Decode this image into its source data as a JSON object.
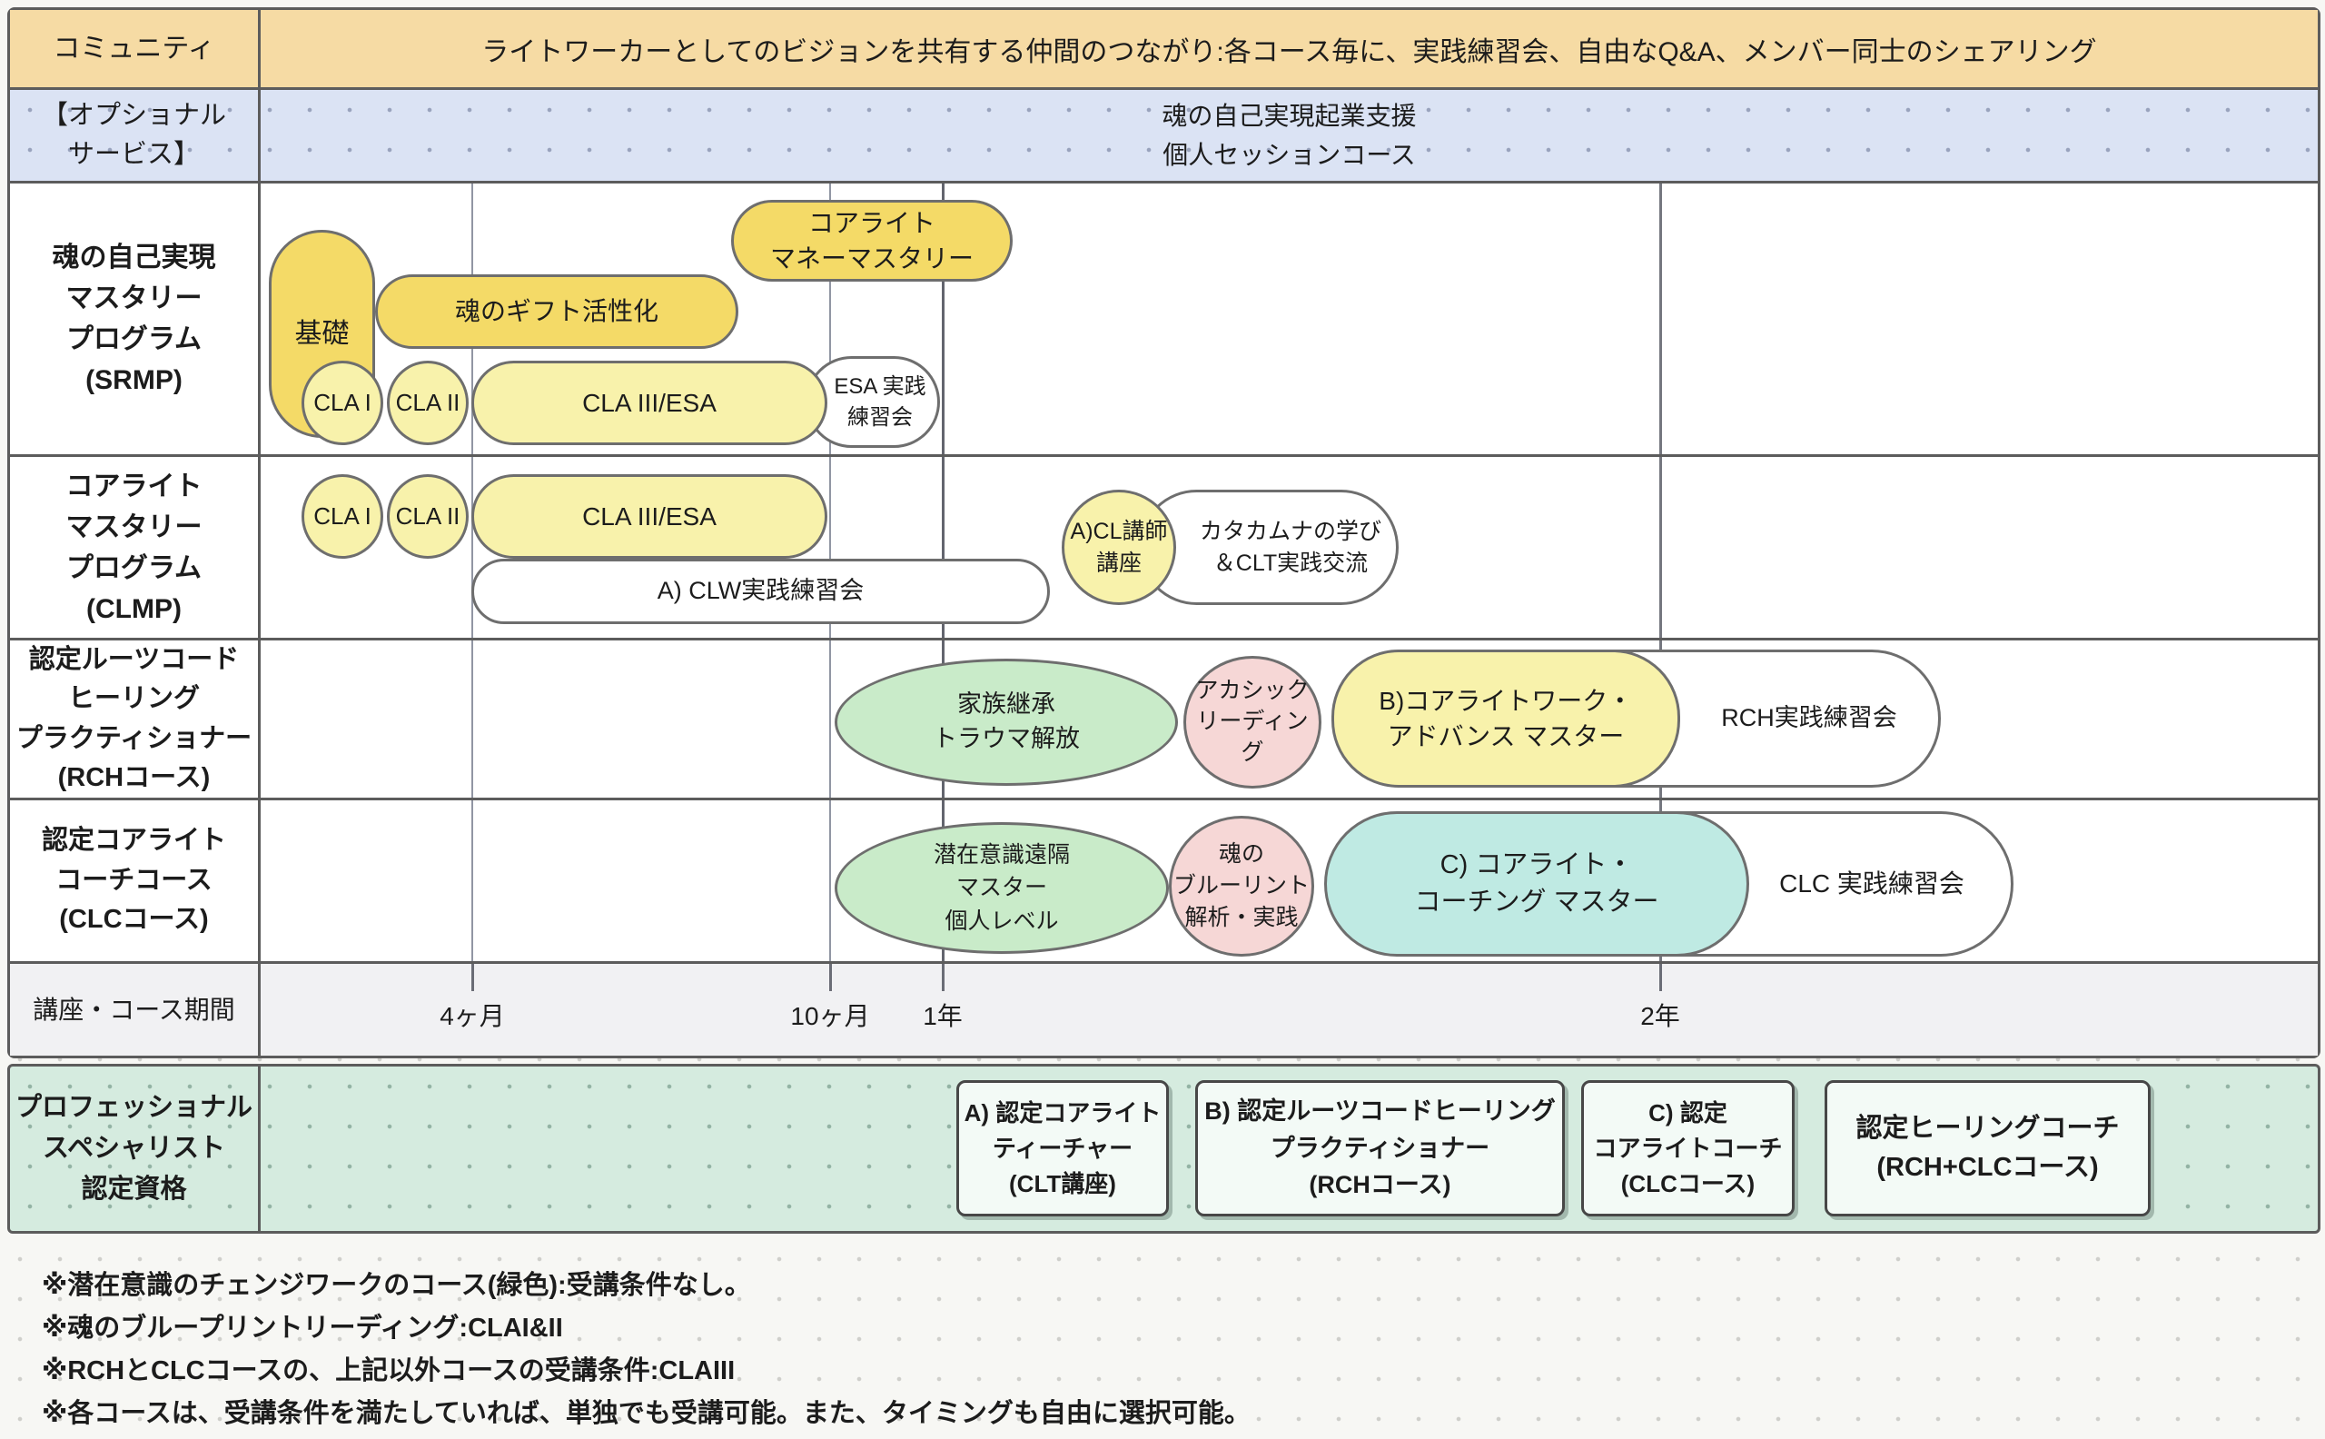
{
  "title_rows": {
    "community": {
      "label": "コミュニティ",
      "description": "ライトワーカーとしてのビジョンを共有する仲間のつながり:各コース毎に、実践練習会、自由なQ&A、メンバー同士のシェアリング"
    },
    "optional": {
      "label_lines": [
        "【オプショナル",
        "サービス】"
      ],
      "text_lines": [
        "魂の自己実現起業支援",
        "個人セッションコース"
      ]
    }
  },
  "programs": {
    "srmp": {
      "label_lines": [
        "魂の自己実現",
        "マスタリー",
        "プログラム",
        "(SRMP)"
      ]
    },
    "clmp": {
      "label_lines": [
        "コアライト",
        "マスタリー",
        "プログラム",
        "(CLMP)"
      ]
    },
    "rch": {
      "label_lines": [
        "認定ルーツコード",
        "ヒーリング",
        "プラクティショナー",
        "(RCHコース)"
      ]
    },
    "clc": {
      "label_lines": [
        "認定コアライト",
        "コーチコース",
        "(CLCコース)"
      ]
    }
  },
  "shapes": {
    "money_mastery": {
      "lines": [
        "コアライト",
        "マネーマスタリー"
      ]
    },
    "kiso": {
      "lines": [
        "基礎"
      ]
    },
    "gift": {
      "lines": [
        "魂のギフト活性化"
      ]
    },
    "srmp_cla1": {
      "lines": [
        "CLA I"
      ]
    },
    "srmp_cla2": {
      "lines": [
        "CLA II"
      ]
    },
    "srmp_cla3": {
      "lines": [
        "CLA III/ESA"
      ]
    },
    "esa_practice": {
      "lines": [
        "ESA 実践",
        "練習会"
      ]
    },
    "clmp_cla1": {
      "lines": [
        "CLA I"
      ]
    },
    "clmp_cla2": {
      "lines": [
        "CLA II"
      ]
    },
    "clmp_cla3": {
      "lines": [
        "CLA III/ESA"
      ]
    },
    "clw_practice": {
      "lines": [
        "A) CLW実践練習会"
      ]
    },
    "cl_teacher": {
      "lines": [
        "A)CL講師",
        "講座"
      ]
    },
    "katakamuna": {
      "lines": [
        "カタカムナの学び",
        "＆CLT実践交流"
      ]
    },
    "family_trauma": {
      "lines": [
        "家族継承",
        "トラウマ解放"
      ]
    },
    "akashic": {
      "lines": [
        "アカシック",
        "リーディン",
        "グ"
      ]
    },
    "b_advance": {
      "lines": [
        "B)コアライトワーク・",
        "アドバンス マスター"
      ]
    },
    "rch_practice": {
      "lines": [
        "RCH実践練習会"
      ]
    },
    "subconscious": {
      "lines": [
        "潜在意識遠隔",
        "マスター",
        "個人レベル"
      ]
    },
    "blueprint": {
      "lines": [
        "魂の",
        "ブルーリント",
        "解析・実践"
      ]
    },
    "c_coaching": {
      "lines": [
        "C) コアライト・",
        "コーチング マスター"
      ]
    },
    "clc_practice": {
      "lines": [
        "CLC 実践練習会"
      ]
    }
  },
  "timeline": {
    "label": "講座・コース期間",
    "ticks": [
      "4ヶ月",
      "10ヶ月",
      "1年",
      "2年"
    ]
  },
  "certification": {
    "label_lines": [
      "プロフェッショナル",
      "スペシャリスト",
      "認定資格"
    ],
    "cards": [
      {
        "lines": [
          "A) 認定コアライト",
          "ティーチャー",
          "(CLT講座)"
        ]
      },
      {
        "lines": [
          "B) 認定ルーツコードヒーリング",
          "プラクティショナー",
          "(RCHコース)"
        ]
      },
      {
        "lines": [
          "C) 認定",
          "コアライトコーチ",
          "(CLCコース)"
        ]
      },
      {
        "lines": [
          "認定ヒーリングコーチ",
          "(RCH+CLCコース)"
        ]
      }
    ]
  },
  "notes": [
    "※潜在意識のチェンジワークのコース(緑色):受講条件なし。",
    "※魂のブループリントリーディング:CLAI&II",
    "※RCHとCLCコースの、上記以外コースの受講条件:CLAIII",
    "※各コースは、受講条件を満たしていれば、単独でも受講可能。また、タイミングも自由に選択可能。"
  ],
  "colors": {
    "dark_yellow": "#f4da67",
    "light_yellow": "#f8f2ab",
    "green": "#c9ebc9",
    "pink": "#f6d7d6",
    "cyan": "#bfeae3",
    "white_node": "#ffffff",
    "community_bg": "#f6dba4",
    "optional_bg": "#dbe3f4",
    "duration_bg": "#f1f1f3",
    "certification_bg": "#d5ebdf",
    "border_gray": "#5c5c5c"
  }
}
